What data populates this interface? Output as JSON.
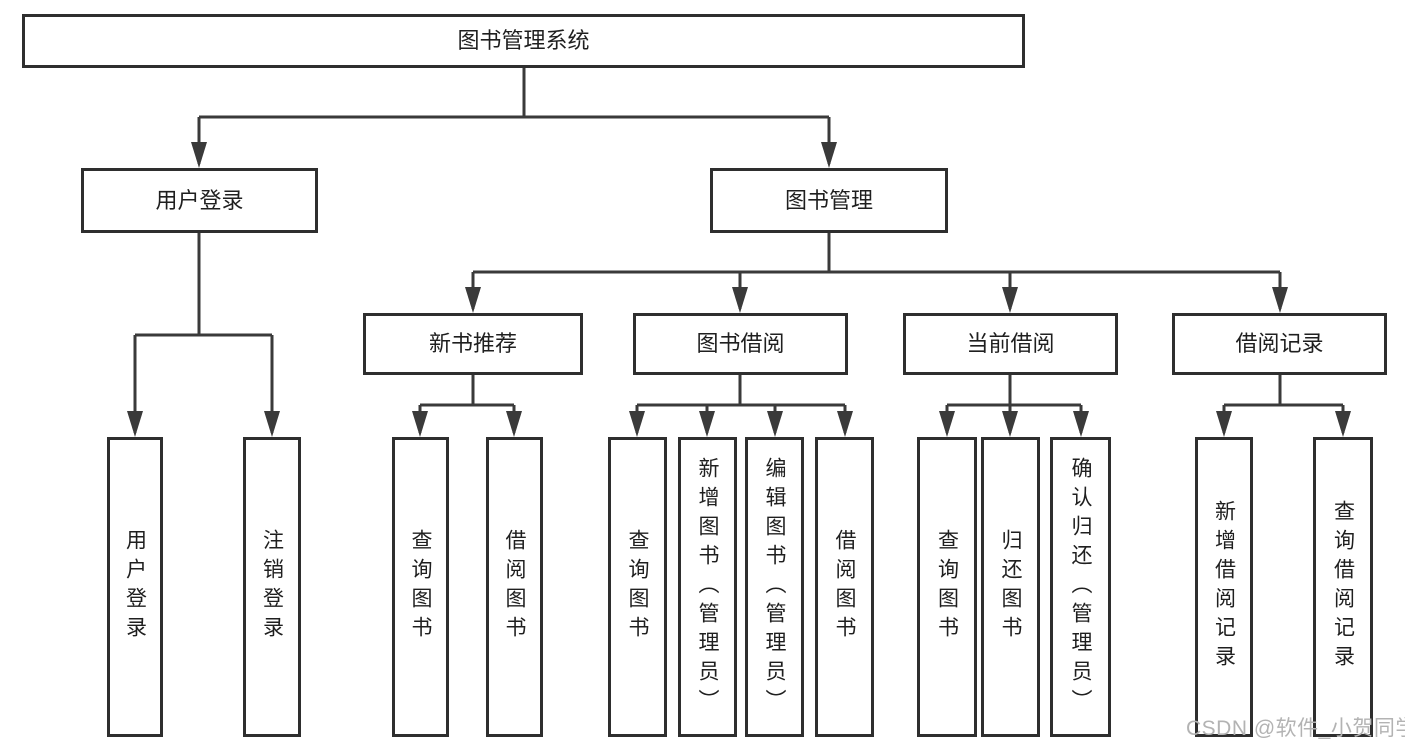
{
  "tree": {
    "root": {
      "label": "图书管理系统"
    },
    "level2": [
      {
        "label": "用户登录",
        "children": [
          {
            "label": "用户登录"
          },
          {
            "label": "注销登录"
          }
        ]
      },
      {
        "label": "图书管理",
        "children": [
          {
            "label": "新书推荐",
            "children": [
              {
                "label": "查询图书"
              },
              {
                "label": "借阅图书"
              }
            ]
          },
          {
            "label": "图书借阅",
            "children": [
              {
                "label": "查询图书"
              },
              {
                "label": "新增图书（管理员）"
              },
              {
                "label": "编辑图书（管理员）"
              },
              {
                "label": "借阅图书"
              }
            ]
          },
          {
            "label": "当前借阅",
            "children": [
              {
                "label": "查询图书"
              },
              {
                "label": "归还图书"
              },
              {
                "label": "确认归还（管理员）"
              }
            ]
          },
          {
            "label": "借阅记录",
            "children": [
              {
                "label": "新增借阅记录"
              },
              {
                "label": "查询借阅记录"
              }
            ]
          }
        ]
      }
    ]
  },
  "watermark": {
    "text": "CSDN @软件_小贺同学"
  },
  "colors": {
    "line": "#3a3a3a",
    "box_border": "#2e2e2e",
    "text": "#1f1f1f",
    "watermark": "#b3b3b3",
    "background": "#ffffff"
  }
}
